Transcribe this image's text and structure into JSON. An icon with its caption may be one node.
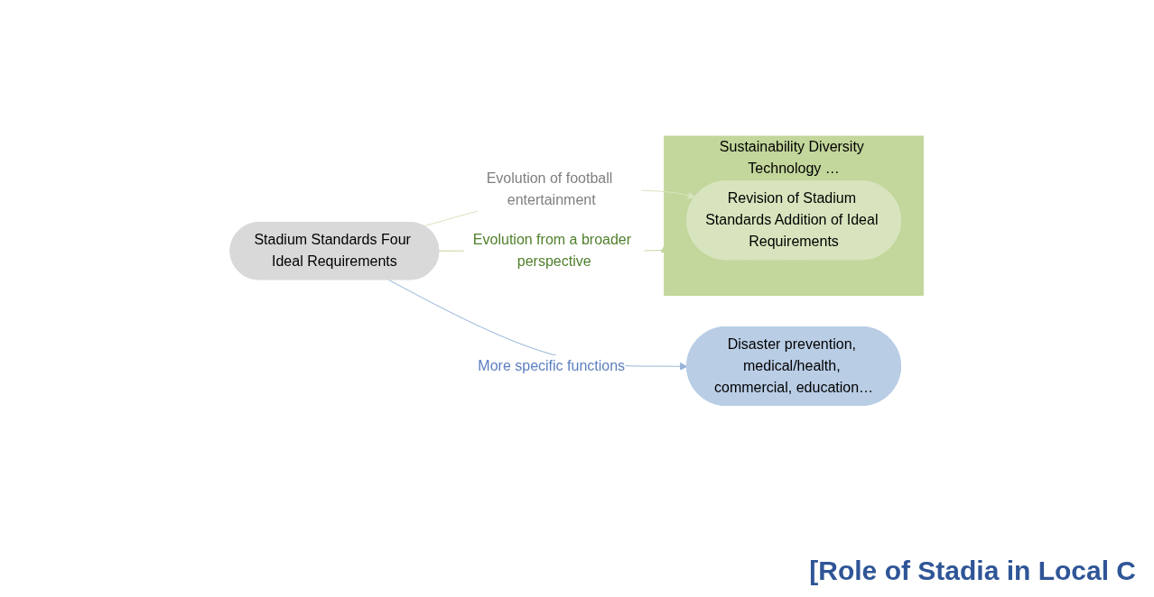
{
  "diagram": {
    "title": "[Role of Stadia in Local C",
    "nodes": [
      {
        "text": [
          "Stadium Standards Four Ideal Requirements"
        ]
      },
      {
        "text": [
          "Sustainability Diversity Technology …"
        ]
      },
      {
        "text": [
          "Revision of Stadium Standards Addition of Ideal Requirements"
        ],
        "in": 1
      },
      {
        "text": [
          "Disaster prevention, medical/health, commercial, education…"
        ]
      }
    ],
    "edges": [
      {
        "from": 0,
        "to": 2,
        "arrow": "to",
        "label": "Evolution of football entertainment",
        "color": "#d7e4bd"
      },
      {
        "from": 0,
        "to": 1,
        "arrow": "to",
        "label": "Evolution from a broader perspective",
        "color": "#c3d69b"
      },
      {
        "from": 0,
        "to": 3,
        "arrow": "to",
        "label": "More specific functions",
        "color": "#95b3d7"
      }
    ]
  }
}
